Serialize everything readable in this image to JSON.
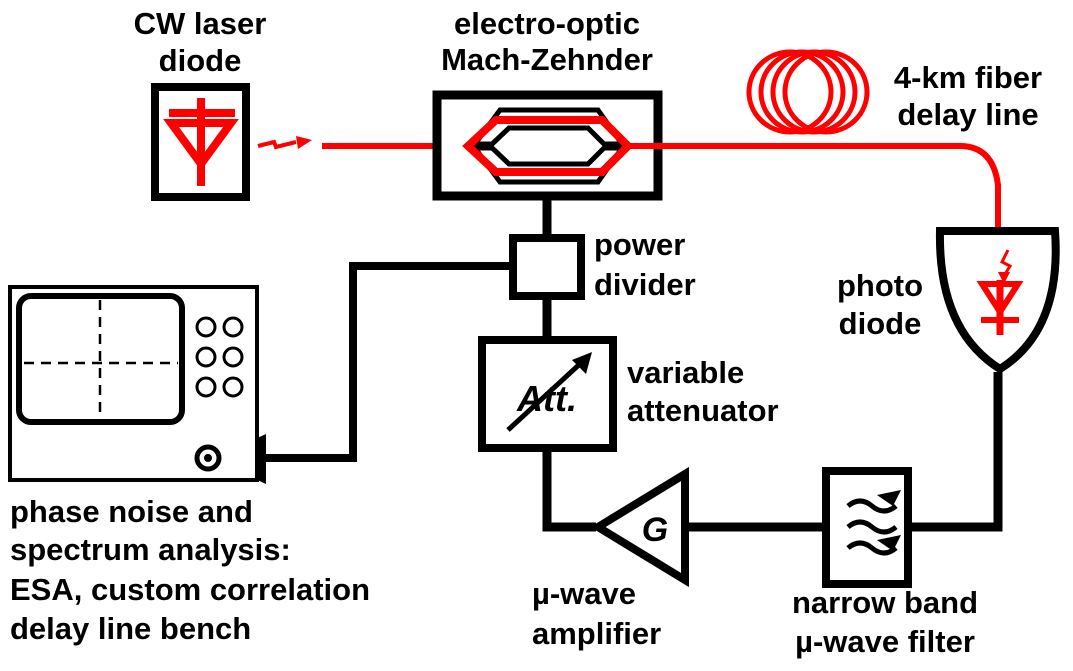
{
  "labels": {
    "laser_line1": "CW laser",
    "laser_line2": "diode",
    "mzm_line1": "electro-optic",
    "mzm_line2": "Mach-Zehnder",
    "fiber_line1": "4-km fiber",
    "fiber_line2": "delay line",
    "divider_line1": "power",
    "divider_line2": "divider",
    "photo_line1": "photo",
    "photo_line2": "diode",
    "att_line1": "variable",
    "att_line2": "attenuator",
    "att_symbol": "Att.",
    "amp_symbol": "G",
    "amp_line1": "µ-wave",
    "amp_line2": "amplifier",
    "filter_line1": "narrow band",
    "filter_line2": "µ-wave filter",
    "analysis_line1": "phase noise and",
    "analysis_line2": "spectrum analysis:",
    "analysis_line3": "ESA, custom correlation",
    "analysis_line4": "delay line bench"
  },
  "colors": {
    "optical": "#ff0000",
    "electrical": "#000000"
  }
}
